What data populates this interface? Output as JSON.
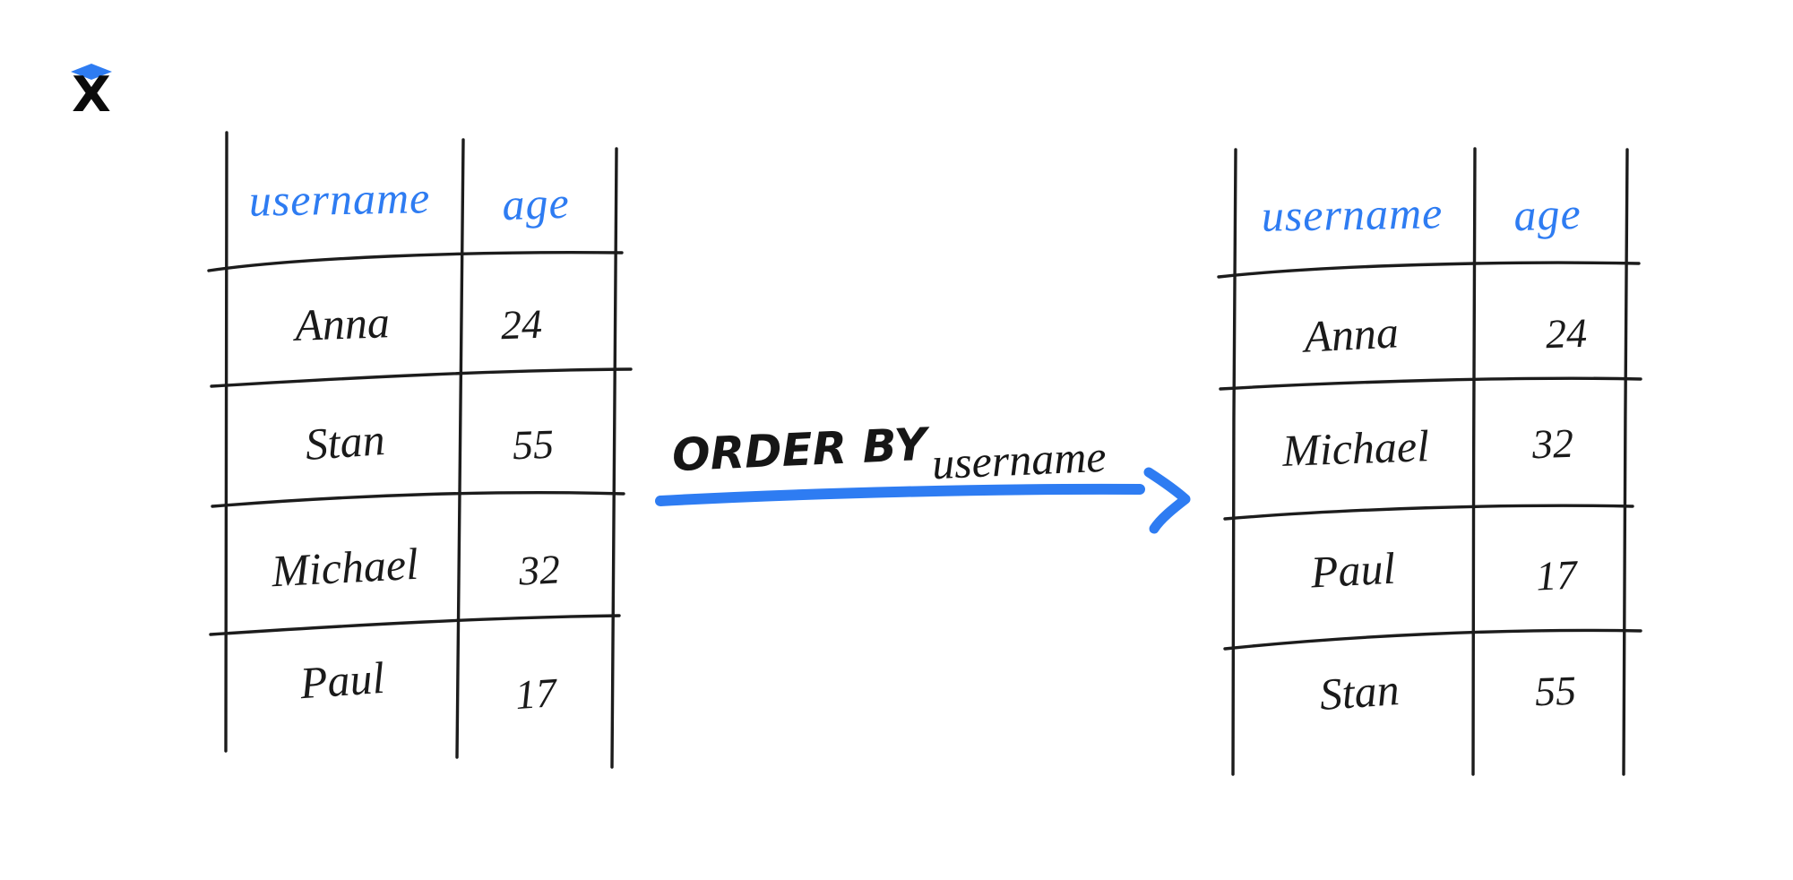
{
  "logo": {
    "letter": "X"
  },
  "left_table": {
    "columns": [
      "username",
      "age"
    ],
    "rows": [
      {
        "username": "Anna",
        "age": "24"
      },
      {
        "username": "Stan",
        "age": "55"
      },
      {
        "username": "Michael",
        "age": "32"
      },
      {
        "username": "Paul",
        "age": "17"
      }
    ]
  },
  "operation": {
    "keyword": "ORDER BY",
    "argument": "username"
  },
  "right_table": {
    "columns": [
      "username",
      "age"
    ],
    "rows": [
      {
        "username": "Anna",
        "age": "24"
      },
      {
        "username": "Michael",
        "age": "32"
      },
      {
        "username": "Paul",
        "age": "17"
      },
      {
        "username": "Stan",
        "age": "55"
      }
    ]
  },
  "colors": {
    "accent_blue": "#2E7CF2",
    "ink": "#1A1A1A"
  }
}
